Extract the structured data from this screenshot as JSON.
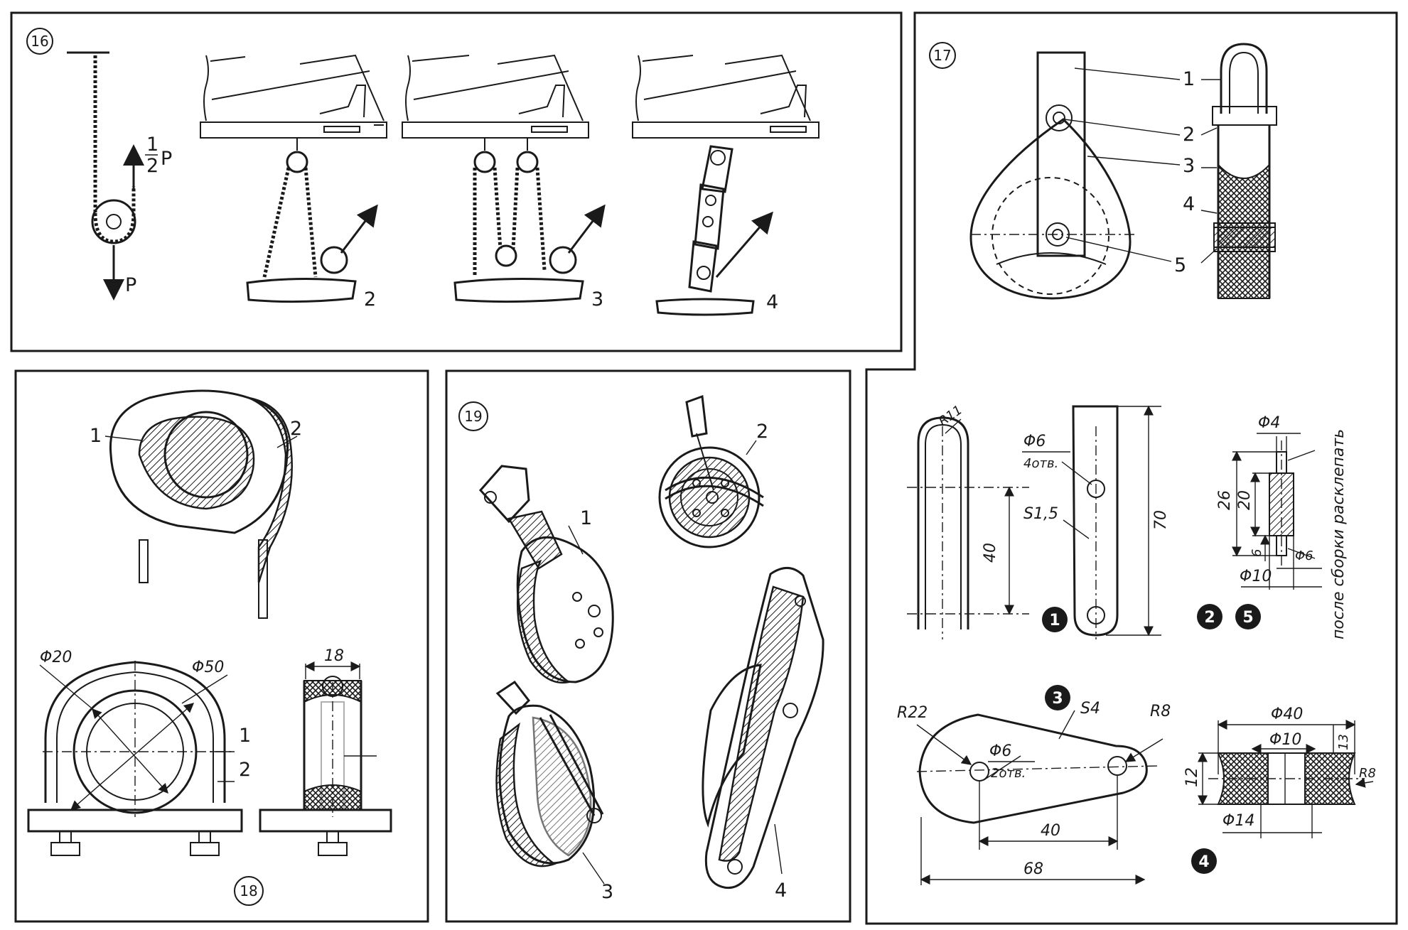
{
  "figures": {
    "fig16": {
      "number": "16",
      "force_half": "1",
      "force_half_den": "2",
      "force_half_sym": "P",
      "force_full": "P",
      "labels": [
        "2",
        "3",
        "4"
      ]
    },
    "fig17": {
      "number": "17",
      "callouts": [
        "1",
        "2",
        "3",
        "4",
        "5"
      ],
      "part1": {
        "marker": "1",
        "r": "R11",
        "hole": "Φ6",
        "holes": "4отв.",
        "thickness": "S1,5",
        "h40": "40",
        "h70": "70"
      },
      "part25": {
        "markers": [
          "2",
          "5"
        ],
        "d4": "Φ4",
        "h26": "26",
        "h20": "20",
        "h6": "6",
        "d6": "Φ6",
        "d10": "Φ10",
        "note": "после сборки расклепать"
      },
      "part3": {
        "marker": "3",
        "r22": "R22",
        "thickness": "S4",
        "r8": "R8",
        "hole": "Φ6",
        "holes": "2отв.",
        "w40": "40",
        "w68": "68"
      },
      "part4": {
        "marker": "4",
        "d40": "Φ40",
        "d10": "Φ10",
        "h13": "13",
        "r8": "R8",
        "h12": "12",
        "d14": "Φ14"
      }
    },
    "fig18": {
      "number": "18",
      "callouts_top": [
        "1",
        "2"
      ],
      "callouts_bottom": [
        "1",
        "2"
      ],
      "d20": "Φ20",
      "d50": "Φ50",
      "w18": "18"
    },
    "fig19": {
      "number": "19",
      "callouts": [
        "1",
        "2",
        "3",
        "4"
      ]
    }
  }
}
